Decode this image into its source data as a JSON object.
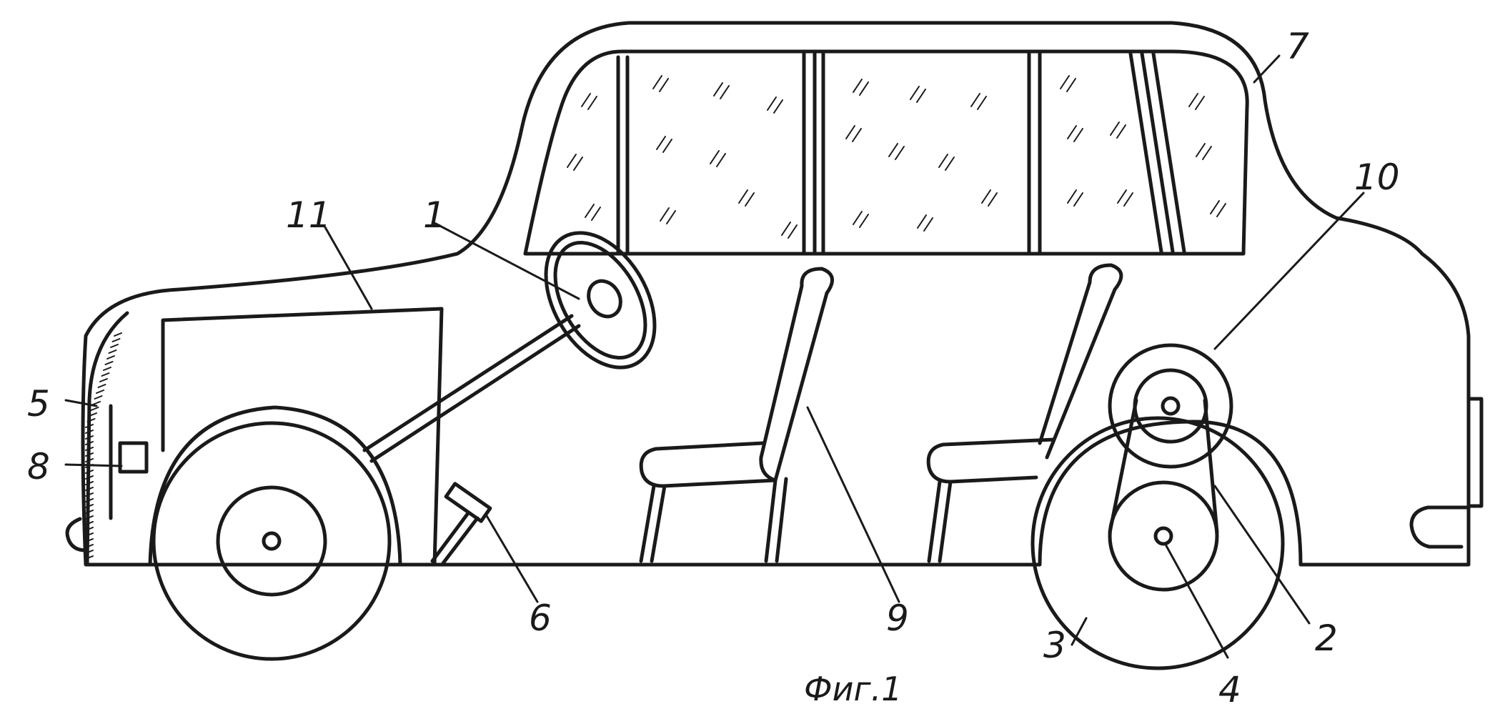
{
  "figure": {
    "caption": "Фиг.1",
    "labels": {
      "steering_wheel": "1",
      "belt_drive": "2",
      "rear_wheel": "3",
      "axle": "4",
      "front_panel": "5",
      "pedal": "6",
      "body": "7",
      "switch": "8",
      "seat": "9",
      "pulley": "10",
      "engine_compartment": "11"
    }
  }
}
